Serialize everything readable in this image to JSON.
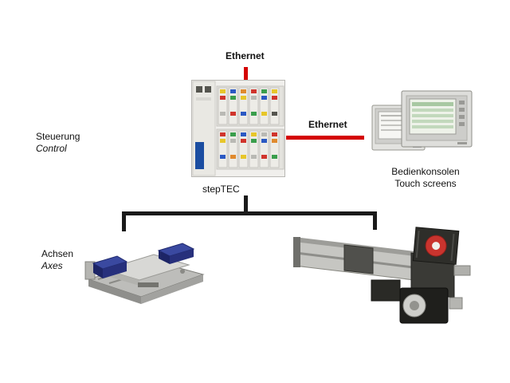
{
  "connections": {
    "ethernet_top_label": "Ethernet",
    "ethernet_right_label": "Ethernet"
  },
  "controller": {
    "caption": "stepTEC"
  },
  "control_label": {
    "line1": "Steuerung",
    "line2": "Control"
  },
  "touchscreens": {
    "line1": "Bedienkonsolen",
    "line2": "Touch screens"
  },
  "axes_label": {
    "line1": "Achsen",
    "line2": "Axes"
  },
  "colors": {
    "ethernet_line": "#d40000",
    "bus_line": "#1a1a1a",
    "motor_blue": "#2d3a8c",
    "motor_label_red": "#c9342e"
  }
}
